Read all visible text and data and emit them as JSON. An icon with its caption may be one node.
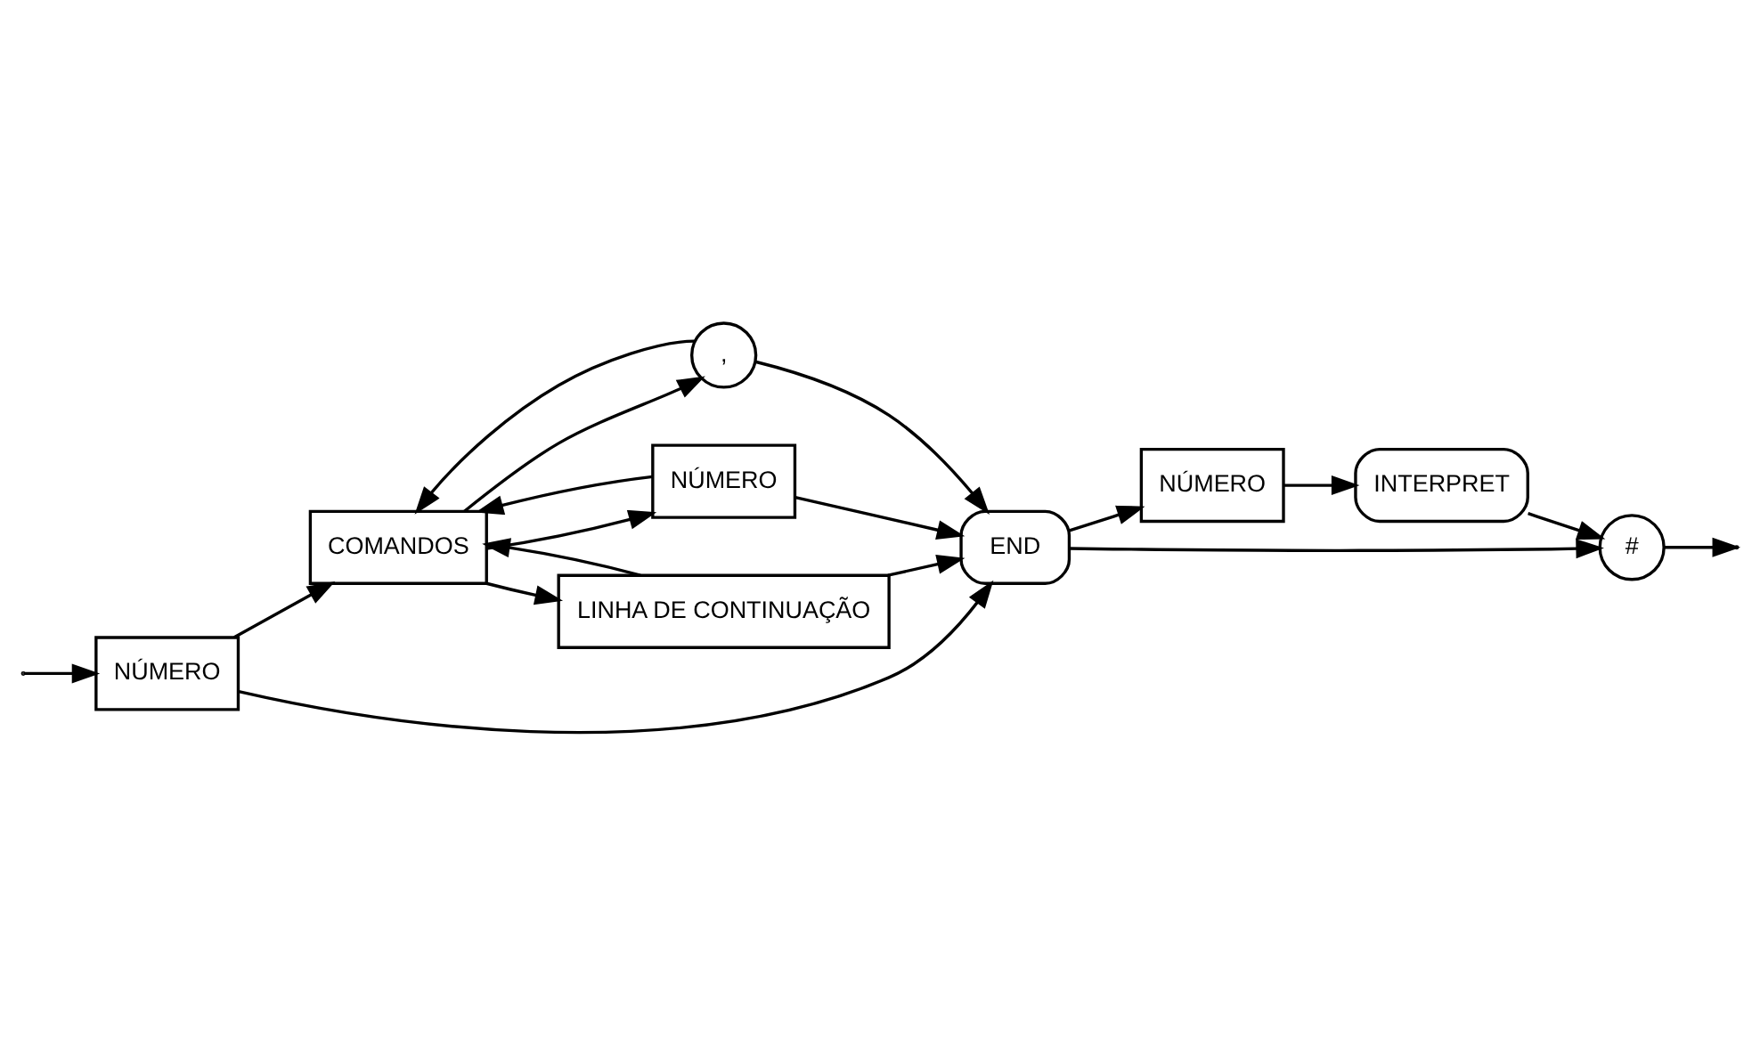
{
  "diagram": {
    "nodes": [
      {
        "text": [
          "NÚMERO"
        ]
      },
      {
        "text": [
          "COMANDOS"
        ]
      },
      {
        "text": [
          ","
        ]
      },
      {
        "text": [
          "NÚMERO"
        ]
      },
      {
        "text": [
          "LINHA DE CONTINUAÇÃO"
        ]
      },
      {
        "text": [
          "END"
        ]
      },
      {
        "text": [
          "NÚMERO"
        ]
      },
      {
        "text": [
          "INTERPRET"
        ]
      },
      {
        "text": [
          "#"
        ]
      }
    ],
    "edges": [
      {
        "from": null,
        "to": 0,
        "arrow": "to"
      },
      {
        "from": 0,
        "to": 1,
        "arrow": "to"
      },
      {
        "from": 0,
        "to": 5,
        "arrow": "to"
      },
      {
        "from": 1,
        "to": 2,
        "arrow": "to"
      },
      {
        "from": 1,
        "to": 3,
        "arrow": "to"
      },
      {
        "from": 1,
        "to": 4,
        "arrow": "to"
      },
      {
        "from": 2,
        "to": 1,
        "arrow": "to"
      },
      {
        "from": 3,
        "to": 1,
        "arrow": "to"
      },
      {
        "from": 4,
        "to": 1,
        "arrow": "to"
      },
      {
        "from": 2,
        "to": 5,
        "arrow": "to"
      },
      {
        "from": 3,
        "to": 5,
        "arrow": "to"
      },
      {
        "from": 4,
        "to": 5,
        "arrow": "to"
      },
      {
        "from": 5,
        "to": 6,
        "arrow": "to"
      },
      {
        "from": 5,
        "to": 8,
        "arrow": "to"
      },
      {
        "from": 6,
        "to": 7,
        "arrow": "to"
      },
      {
        "from": 7,
        "to": 8,
        "arrow": "to"
      },
      {
        "from": 8,
        "to": null,
        "arrow": "to"
      }
    ]
  }
}
